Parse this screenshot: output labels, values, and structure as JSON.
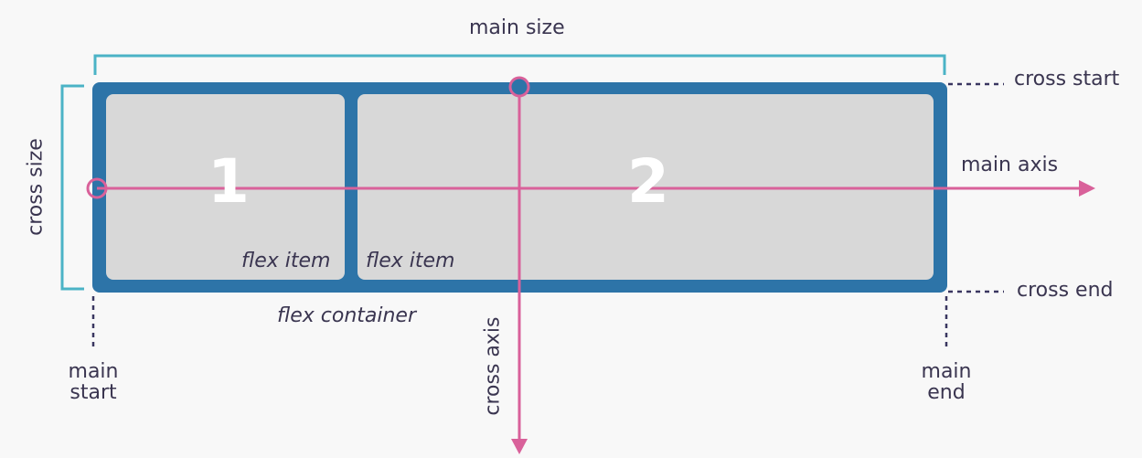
{
  "labels": {
    "main_size": "main size",
    "cross_size": "cross size",
    "cross_start": "cross start",
    "cross_end": "cross end",
    "main_axis": "main axis",
    "cross_axis": "cross axis",
    "main_start_line1": "main",
    "main_start_line2": "start",
    "main_end_line1": "main",
    "main_end_line2": "end",
    "flex_container": "flex container"
  },
  "items": [
    {
      "number": "1",
      "label": "flex item"
    },
    {
      "number": "2",
      "label": "flex item"
    }
  ],
  "colors": {
    "container": "#2d74a8",
    "item": "#d8d8d8",
    "axis": "#d9619a",
    "bracket": "#4bb3c6",
    "dotted": "#3a3660",
    "text": "#3a3550",
    "background": "#f8f8f8"
  }
}
